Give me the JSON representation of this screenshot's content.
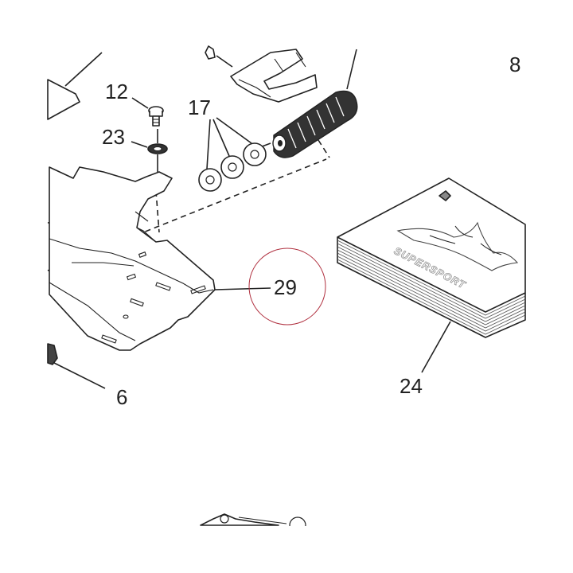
{
  "callouts": {
    "c8": "8",
    "c12": "12",
    "c17": "17",
    "c23": "23",
    "c29": "29",
    "c24": "24",
    "c6": "6"
  },
  "manual_cover_text": "SUPERSPORT",
  "highlight_color": "#b0303f"
}
